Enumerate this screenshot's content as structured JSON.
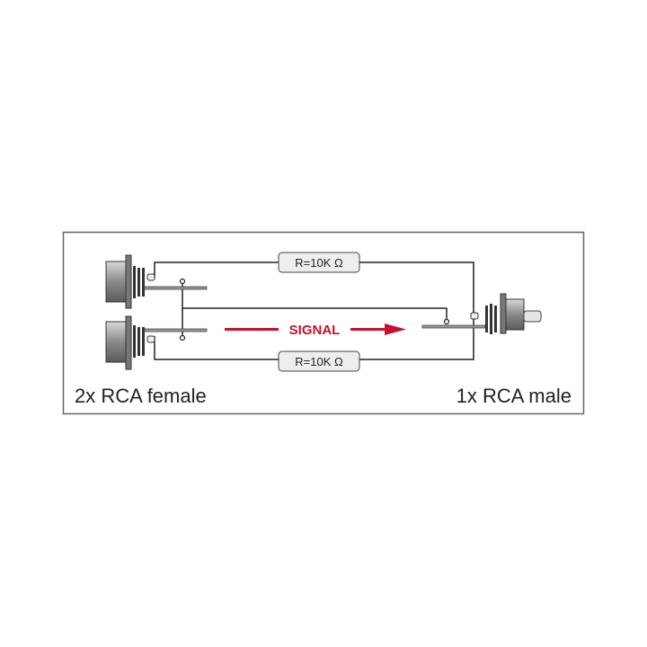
{
  "diagram": {
    "left_label": "2x RCA female",
    "right_label": "1x RCA male",
    "signal_label": "SIGNAL",
    "resistor_top": "R=10K Ω",
    "resistor_bottom": "R=10K Ω",
    "colors": {
      "signal": "#c8102e",
      "wire": "#222222",
      "frame": "#666666",
      "connector": "#9a9a9a"
    }
  }
}
